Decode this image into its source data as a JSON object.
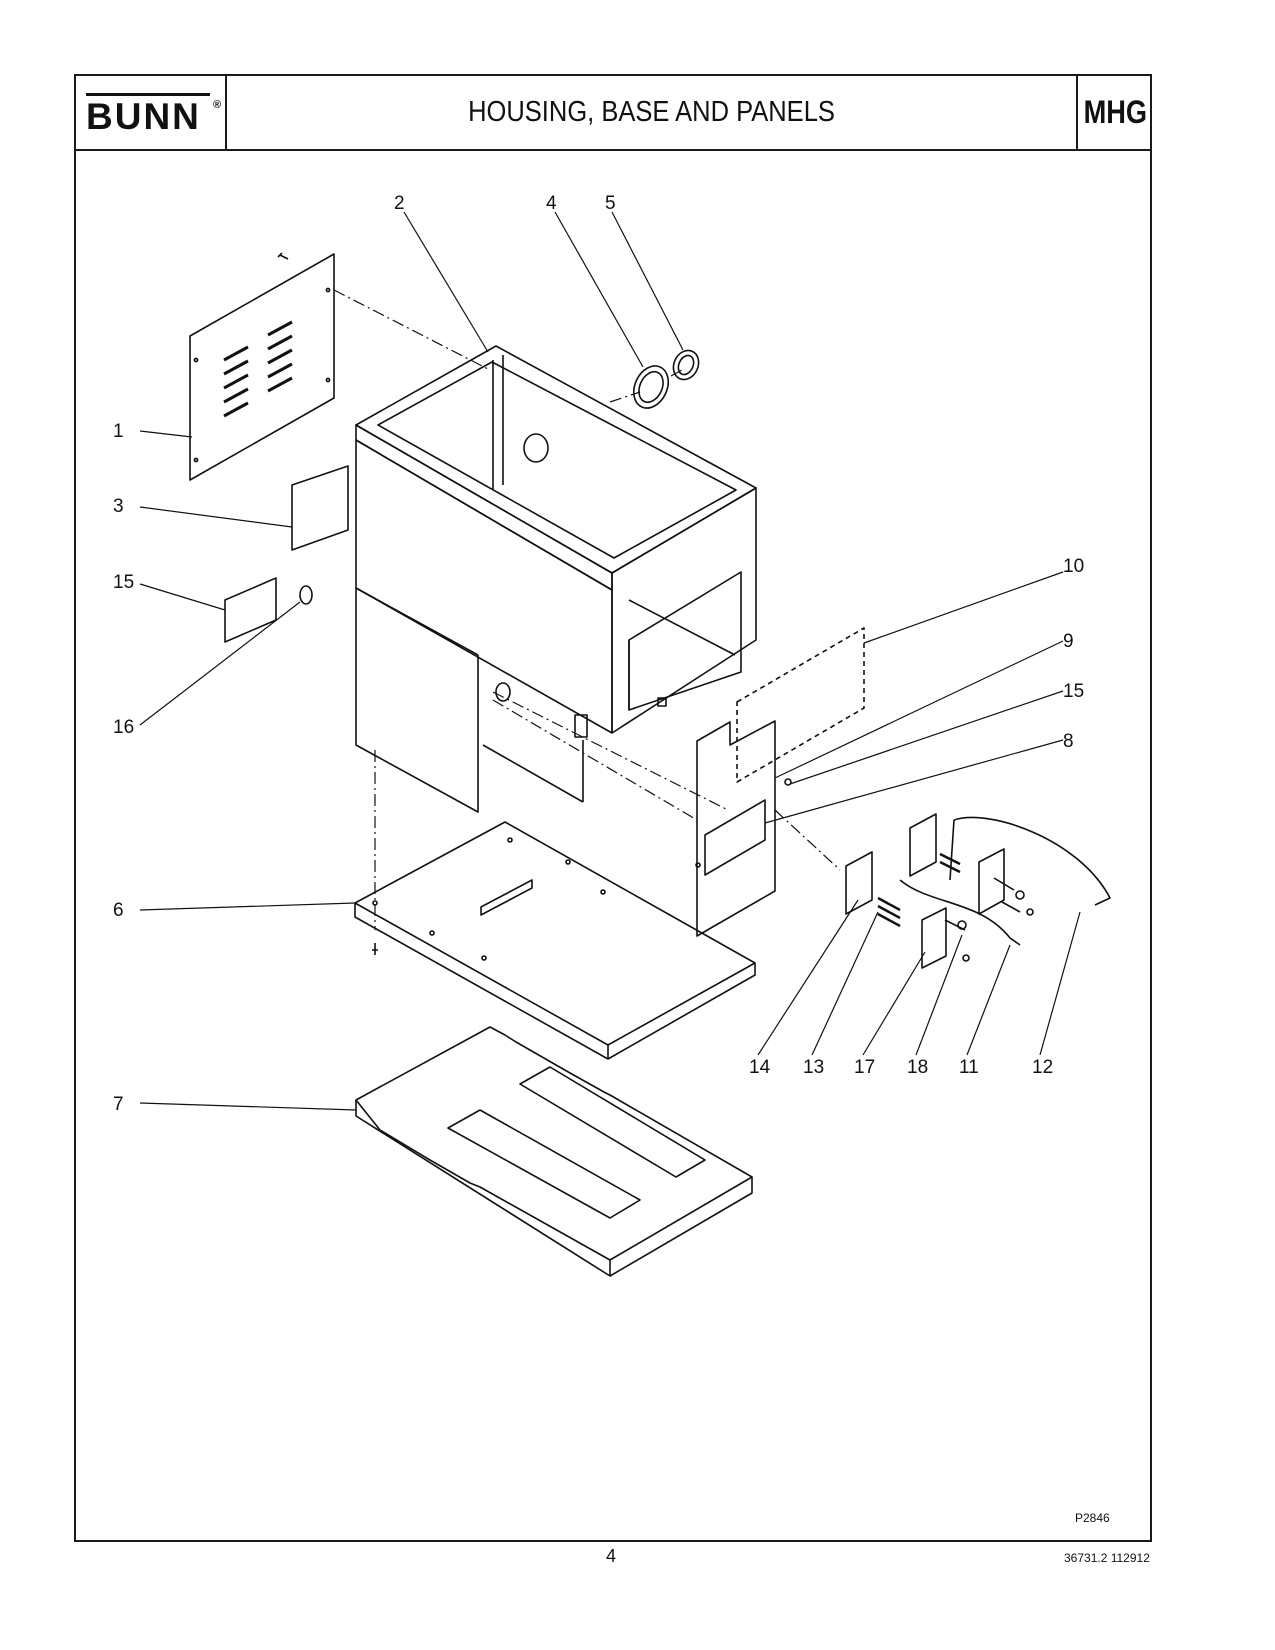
{
  "header": {
    "logo_text": "BUNN",
    "logo_mark": "®",
    "title": "HOUSING, BASE AND PANELS",
    "model": "MHG"
  },
  "callouts": [
    "1",
    "2",
    "3",
    "4",
    "5",
    "6",
    "7",
    "8",
    "9",
    "10",
    "11",
    "12",
    "13",
    "14",
    "15",
    "15",
    "16",
    "17",
    "18"
  ],
  "footer": {
    "drawing_code": "P2846",
    "page_number": "4",
    "doc_code": "36731.2 112912"
  }
}
